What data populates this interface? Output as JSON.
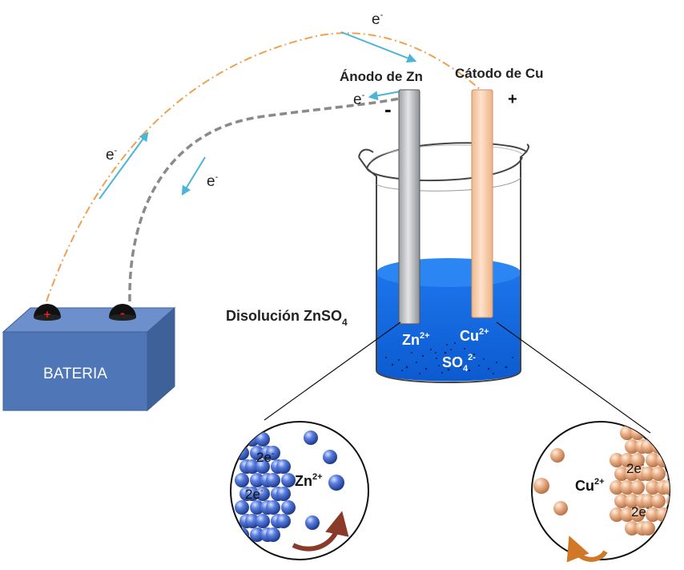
{
  "labels": {
    "anode": "Ánodo de Zn",
    "cathode": "Cátodo de Cu",
    "minus": "-",
    "plus": "+",
    "battery": "BATERIA",
    "battery_plus": "+",
    "battery_minus": "-",
    "solution_prefix": "Disolución ZnSO",
    "solution_sub": "4",
    "zn_base": "Zn",
    "zn_sup": "2+",
    "cu_base": "Cu",
    "cu_sup": "2+",
    "so4_base": "SO",
    "so4_sub": "4",
    "so4_sup": "2-",
    "electron_base": "e",
    "electron_sup": "-",
    "two_e": "2e",
    "two_e_sup": "-"
  },
  "colors": {
    "battery": "#4f77b8",
    "solution": "#1a6fe6",
    "zinc_electrode": "#b9bcbf",
    "copper_electrode": "#f8c9a2",
    "zinc_atom": "#3a5fc4",
    "copper_atom": "#e8a878",
    "electron_arrow": "#4bb4d8",
    "orange_wire": "#f0a050",
    "gray_wire": "#8a8a8a",
    "curved_arrow_zn": "#8b3a2a",
    "curved_arrow_cu": "#d07828"
  }
}
